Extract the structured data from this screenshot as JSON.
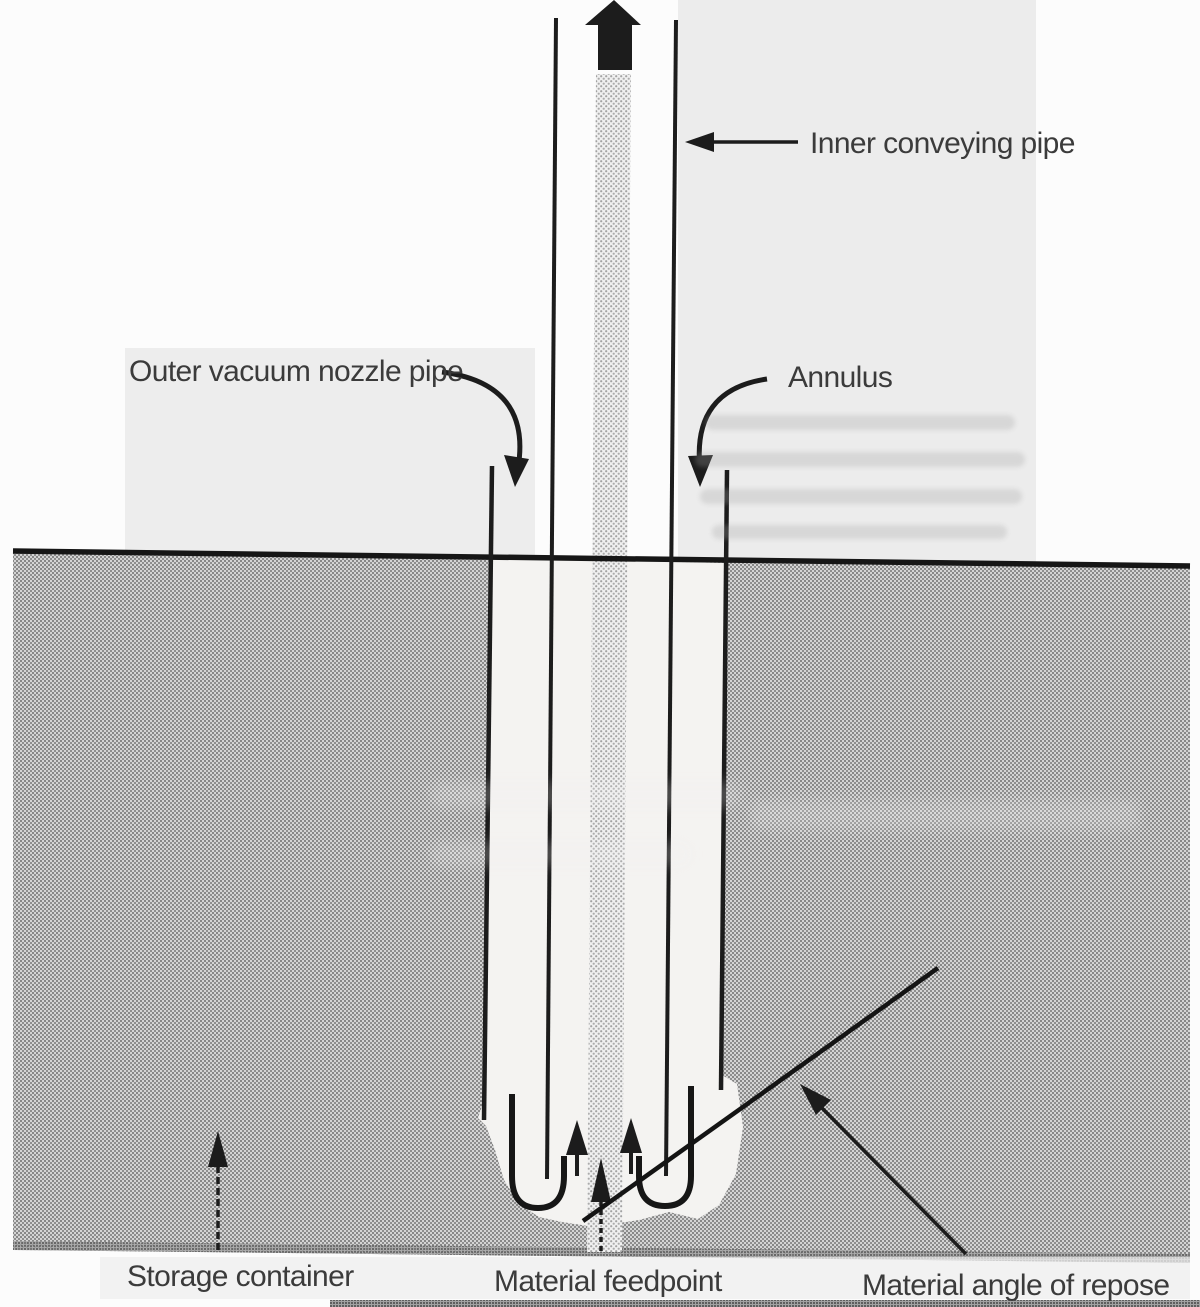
{
  "diagram": {
    "type": "scanned-technical-figure",
    "subject": "Vacuum nozzle pipe lifting material from a storage container",
    "labels": {
      "inner": "Inner conveying pipe",
      "outer": "Outer vacuum nozzle pipe",
      "annulus": "Annulus",
      "storage": "Storage container",
      "feedpoint": "Material feedpoint",
      "repose": "Material angle of repose"
    },
    "arrows": [
      "up-flow-arrow",
      "inner-pipe-pointer-arrow",
      "outer-pipe-curved-pointer-arrow",
      "annulus-curved-pointer-arrow",
      "annulus-intake-arrow-left",
      "annulus-intake-arrow-right",
      "feedpoint-arrow",
      "storage-pointer-arrow",
      "repose-pointer-arrow"
    ],
    "lines": [
      "material-surface-line",
      "material-angle-of-repose-line",
      "inner-pipe-walls",
      "outer-pipe-walls",
      "u-bend-left",
      "u-bend-right"
    ],
    "colors": {
      "ink": "#1c1c1c",
      "label_text": "#3b3b3b",
      "material_halftone_avg": "#b5b5b5",
      "conveyed_column_avg": "#d9d9d9",
      "page_background": "#fcfcfc",
      "bleed_panel": "#ececec"
    }
  }
}
